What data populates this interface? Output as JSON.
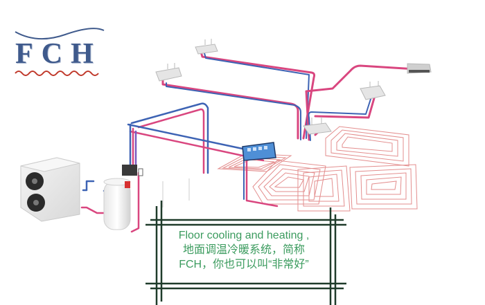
{
  "logo": {
    "text": "FCH",
    "color": "#3f5a8c",
    "wave_top_color": "#3f5a8c",
    "wave_bottom_colors": [
      "#c0392b",
      "#3f5a8c"
    ]
  },
  "caption": {
    "lines": [
      "Floor cooling and heating ,",
      "地面调温冷暖系统，简称",
      "FCH，你也可以叫“非常好”"
    ],
    "text_color": "#3b9b5e",
    "frame_color": "#1f3b2a"
  },
  "illustration": {
    "subject": "floor cooling and heating system diagram",
    "pipe_colors": {
      "hot": "#d9467f",
      "cold": "#3d63b4"
    },
    "floor_loop_color": "#e07a7a",
    "components": [
      "heat-pump-outdoor-unit",
      "water-tank",
      "pump-group",
      "manifold",
      "fan-coil-units",
      "floor-heating-loops"
    ]
  }
}
